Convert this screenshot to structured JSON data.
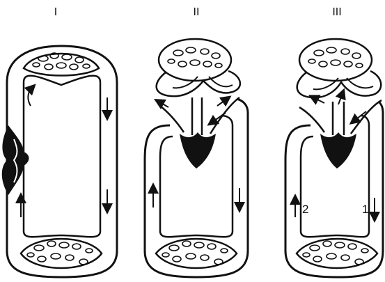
{
  "panels": [
    {
      "label": "I"
    },
    {
      "label": "II"
    },
    {
      "label": "III",
      "vessel_labels": [
        "2",
        "1"
      ]
    }
  ],
  "colors": {
    "line": "#111111",
    "background": "#ffffff"
  }
}
